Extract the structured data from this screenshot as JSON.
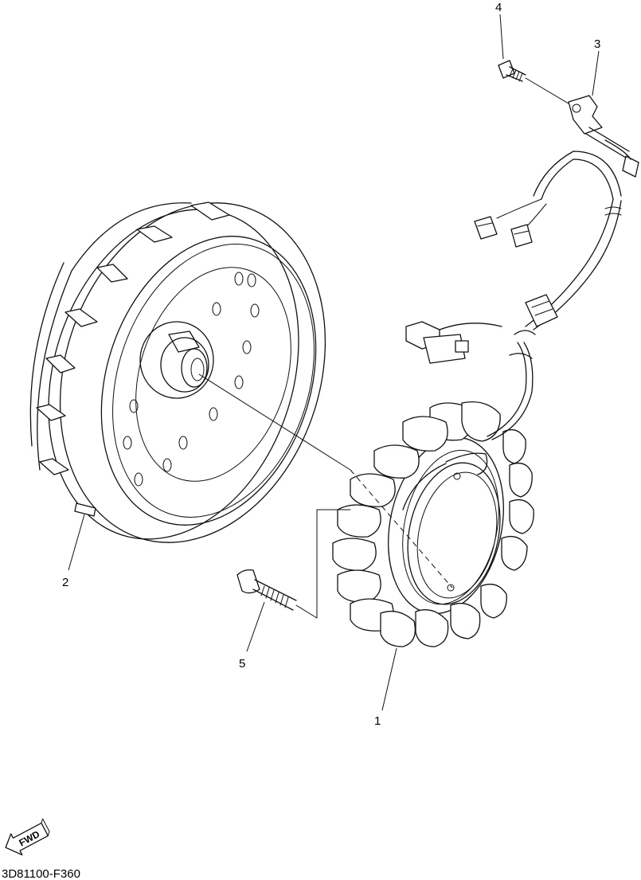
{
  "callouts": {
    "c1": "1",
    "c2": "2",
    "c3": "3",
    "c4": "4",
    "c5": "5"
  },
  "fwd_badge": "FWD",
  "diagram_code": "3D81100-F360",
  "colors": {
    "line": "#111111",
    "background": "#ffffff"
  },
  "icons": [
    "fwd-arrow-icon"
  ]
}
